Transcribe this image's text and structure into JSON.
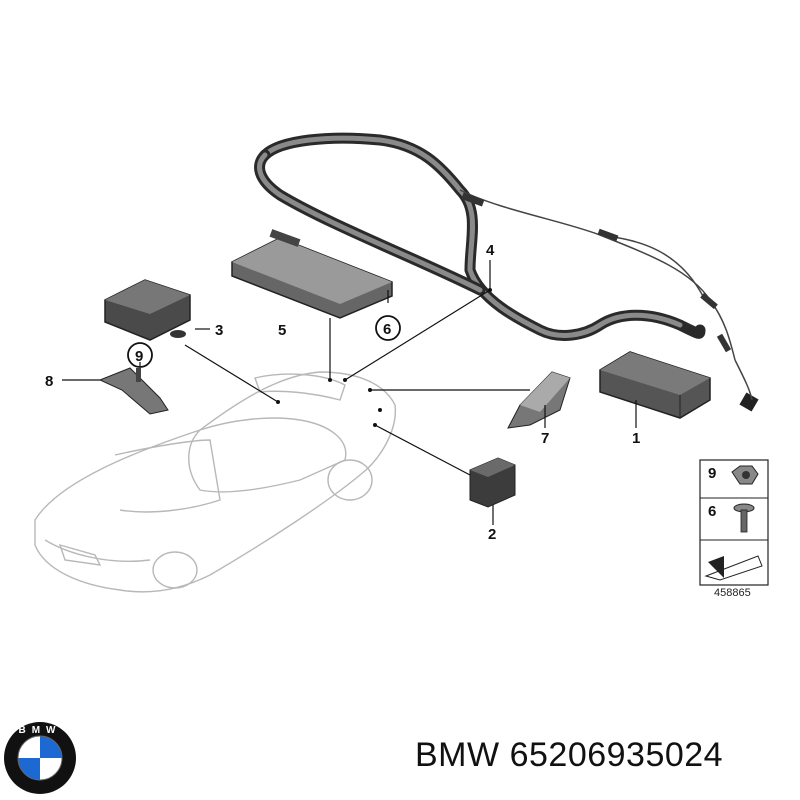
{
  "diagram": {
    "callouts": {
      "p1": "1",
      "p2": "2",
      "p3": "3",
      "p4": "4",
      "p5": "5",
      "p6": "6",
      "p7": "7",
      "p8": "8",
      "p9": "9"
    },
    "legend": {
      "item_a": "9",
      "item_b": "6",
      "ref_number": "458865"
    }
  },
  "caption": {
    "brand": "BMW",
    "part_number": "65206935024"
  },
  "logo": {
    "text": "BMW",
    "colors": {
      "blue": "#1c69d4",
      "ring": "#111111",
      "white": "#ffffff"
    }
  }
}
